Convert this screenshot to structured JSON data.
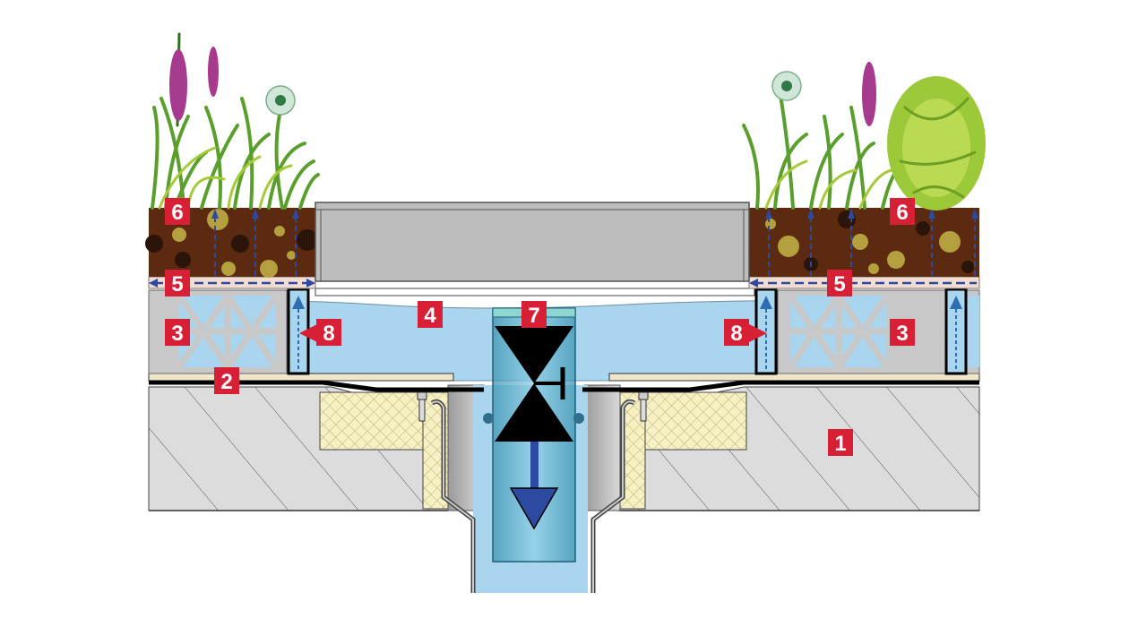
{
  "colors": {
    "label_bg": "#d71f35",
    "water": "#a9d5ee",
    "soil": "#5b2a10",
    "paving": "#bdbdbd",
    "concrete": "#dcdcdc",
    "insulation": "#f5f0c4",
    "arrow": "#2c4aa0",
    "valve": "#4aa9c6"
  },
  "callouts": {
    "left_vegetation": "6",
    "left_filter": "5",
    "left_drain_element": "3",
    "left_membrane": "2",
    "left_column": "8",
    "water_reservoir": "4",
    "valve": "7",
    "right_column": "8",
    "right_filter": "5",
    "right_vegetation": "6",
    "right_drain_element": "3",
    "concrete_slab": "1"
  }
}
